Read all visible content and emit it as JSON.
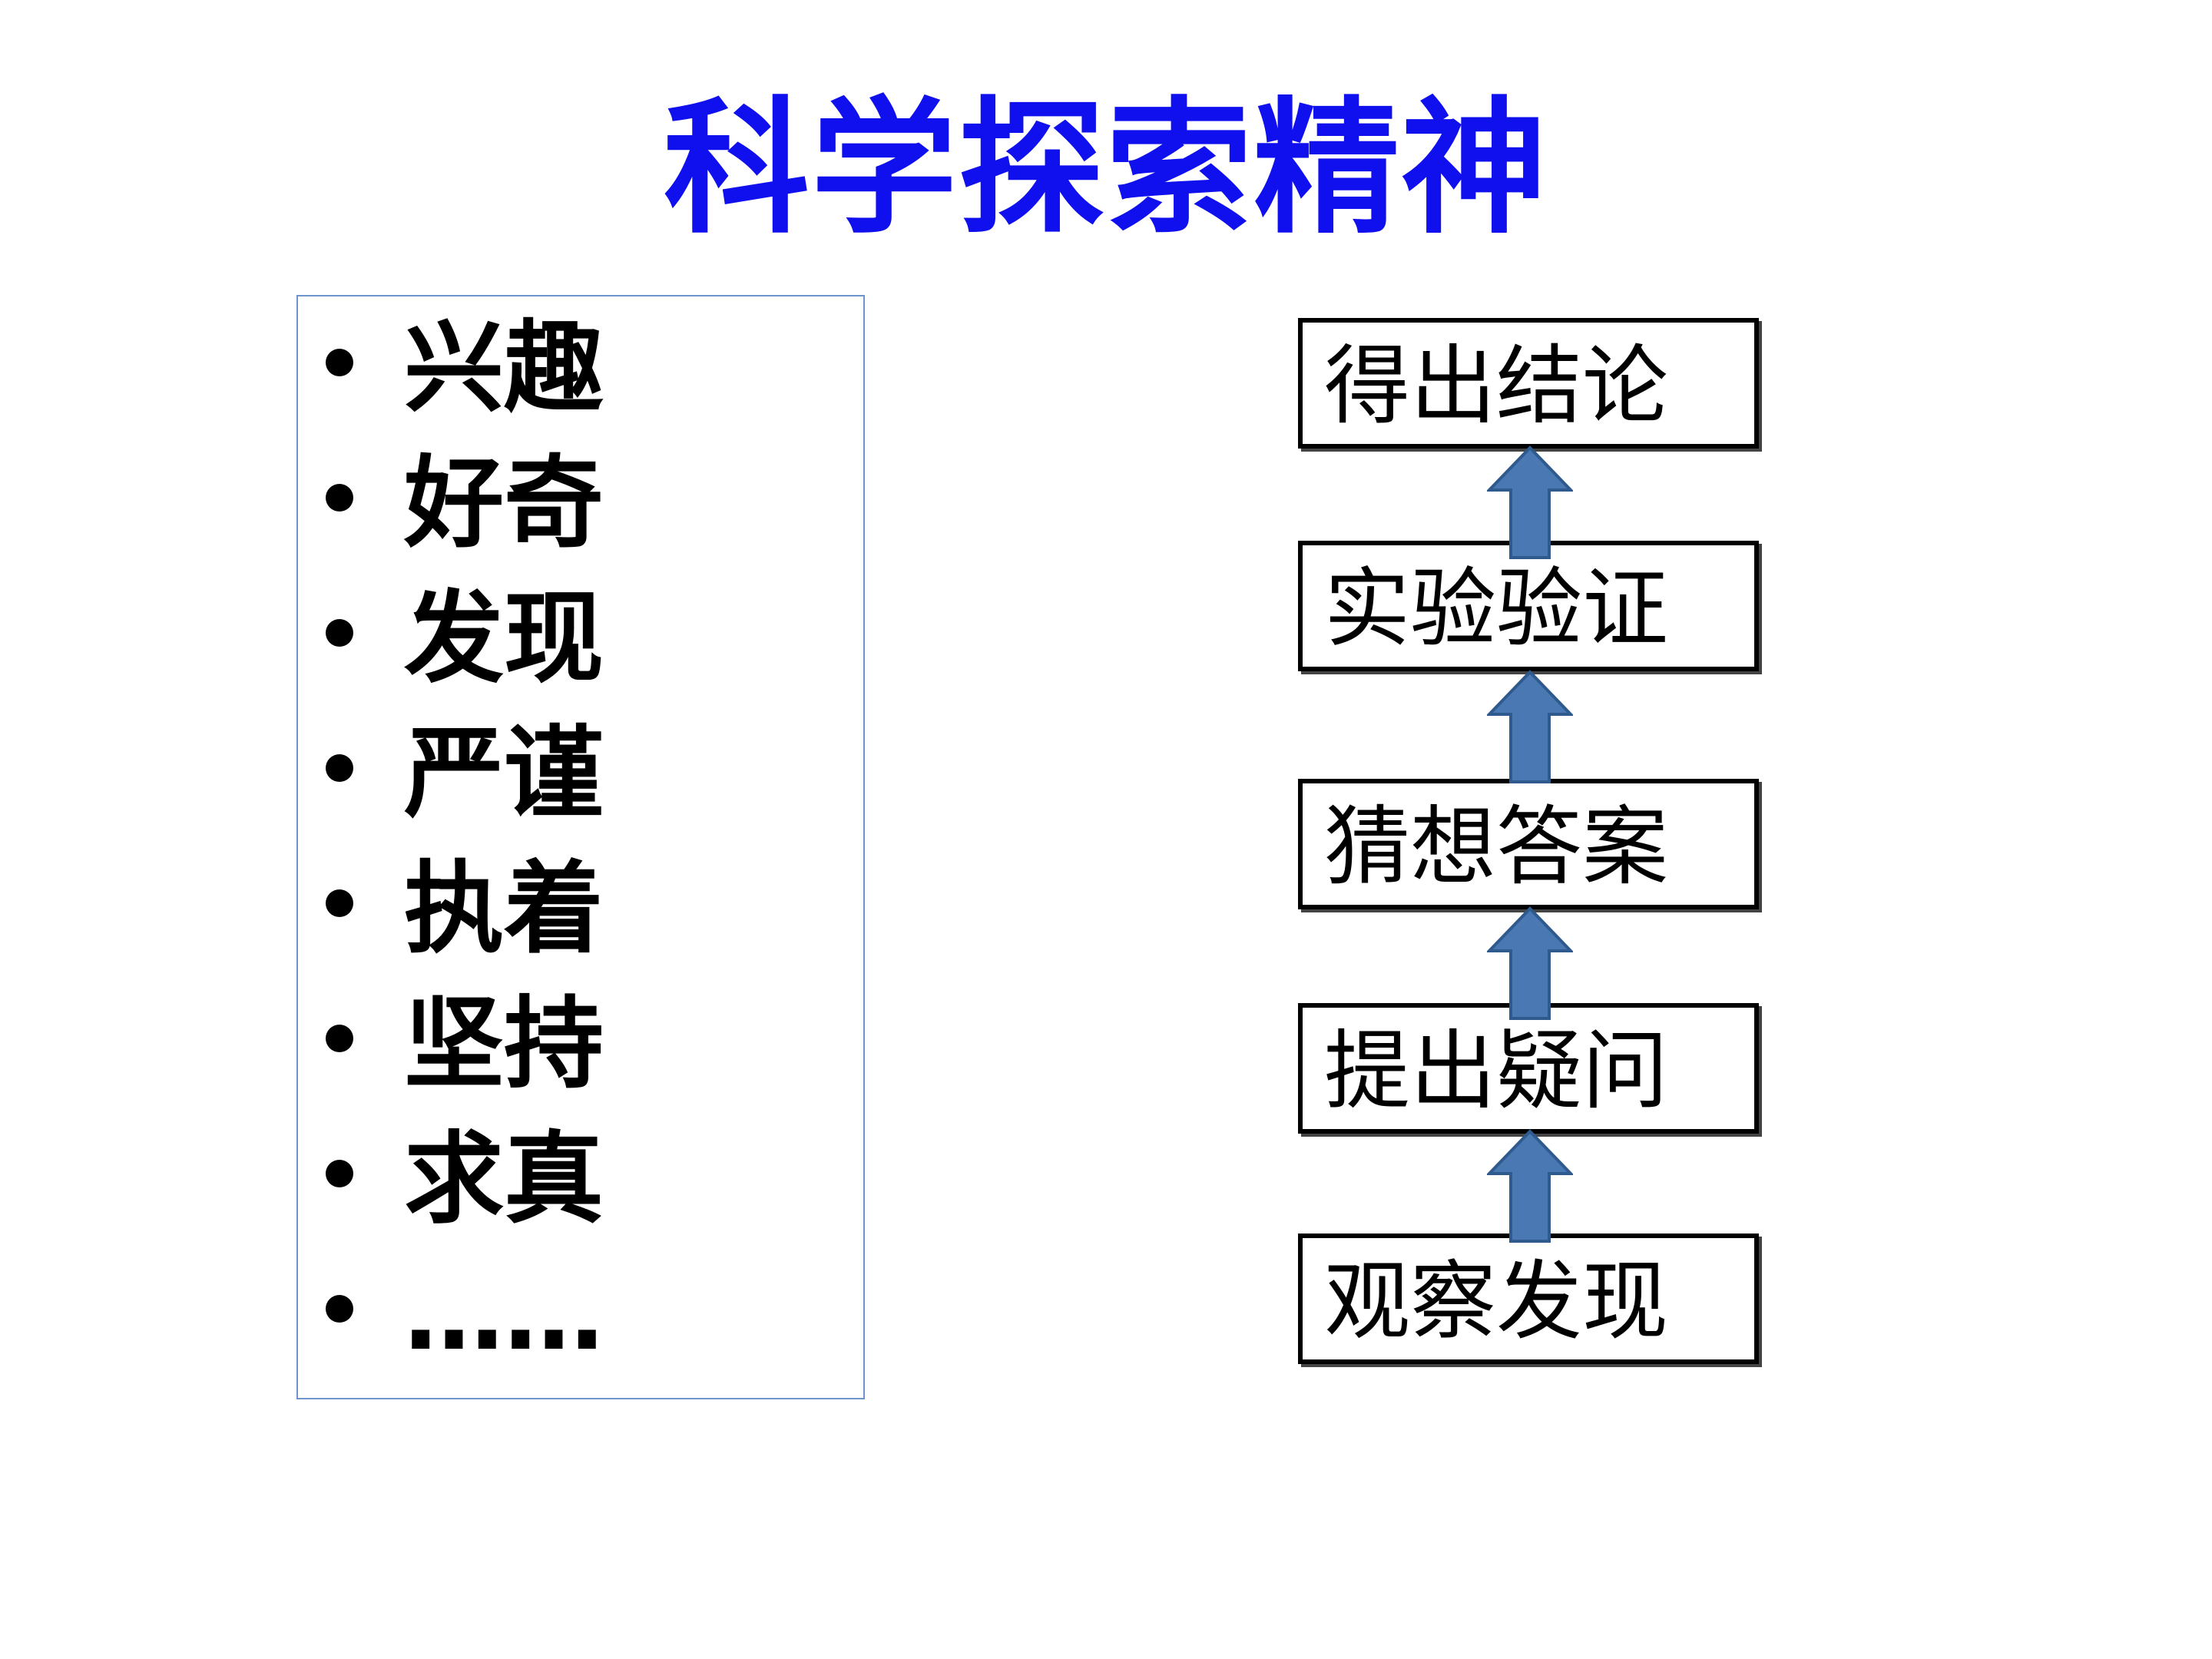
{
  "title": "科学探索精神",
  "qualities": [
    "兴趣",
    "好奇",
    "发现",
    "严谨",
    "执着",
    "坚持",
    "求真",
    "……"
  ],
  "flow_steps_bottom_to_top": [
    "观察发现",
    "提出疑问",
    "猜想答案",
    "实验验证",
    "得出结论"
  ],
  "colors": {
    "title": "#1010ee",
    "list_border": "#6f96cc",
    "arrow_fill": "#4a78b2",
    "arrow_stroke": "#2f5a8e"
  }
}
